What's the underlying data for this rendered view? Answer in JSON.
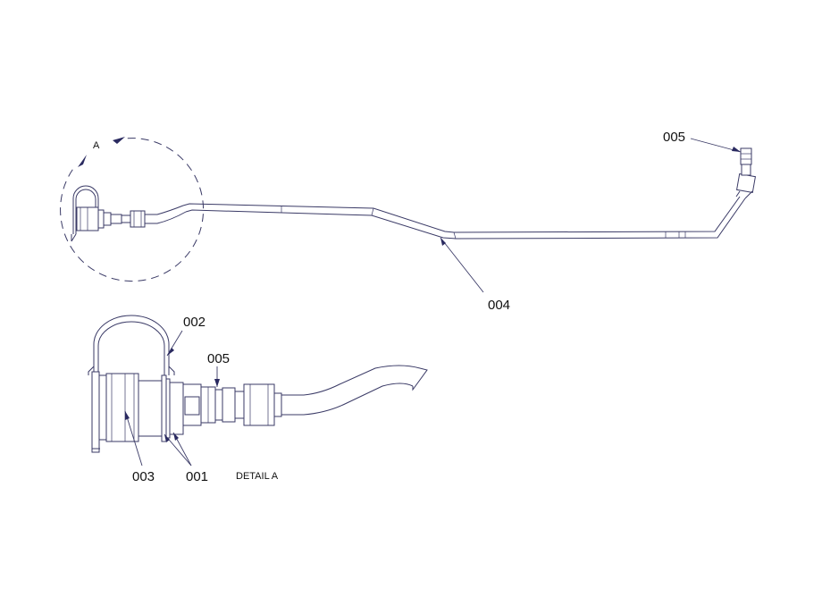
{
  "labels": {
    "detail_letter": "A",
    "callout_005_top": "005",
    "callout_004": "004",
    "callout_002": "002",
    "callout_005_detail": "005",
    "callout_003": "003",
    "callout_001": "001",
    "detail_title": "DETAIL  A"
  },
  "colors": {
    "line": "#3a3a66",
    "arrow": "#2a2a60",
    "text": "#111111",
    "background": "#ffffff"
  }
}
